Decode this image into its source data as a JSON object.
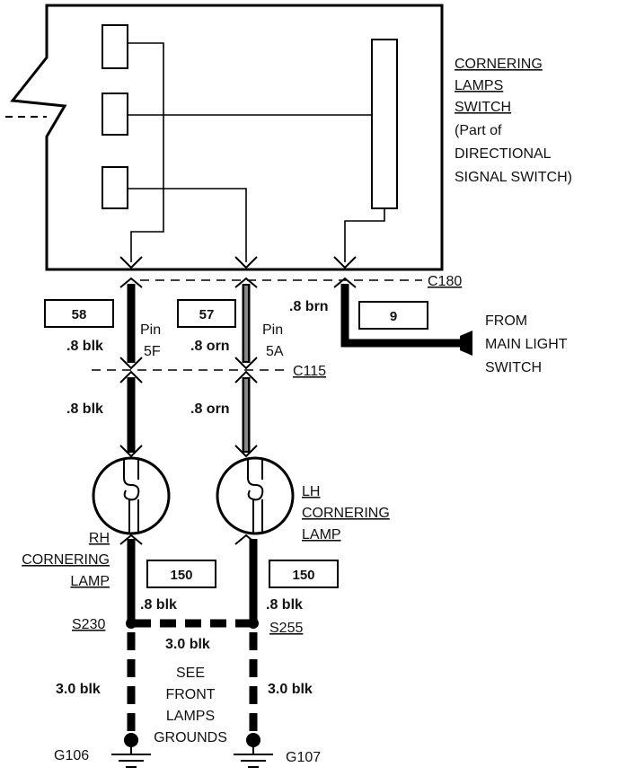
{
  "switch": {
    "title_lines": [
      "CORNERING",
      "LAMPS",
      "SWITCH"
    ],
    "sub_lines": [
      "(Part of",
      "DIRECTIONAL",
      "SIGNAL SWITCH)"
    ]
  },
  "connectors": {
    "c180": "C180",
    "c115": "C115"
  },
  "circuits": {
    "rh_upper_num": "58",
    "rh_upper_wire": ".8 blk",
    "rh_pin_word": "Pin",
    "rh_pin_id": "5F",
    "lh_upper_num": "57",
    "lh_upper_wire": ".8 orn",
    "lh_pin_word": "Pin",
    "lh_pin_id": "5A",
    "brn_wire": ".8 brn",
    "brn_num": "9",
    "rh_mid_wire": ".8 blk",
    "lh_mid_wire": ".8 orn",
    "rh_lower_num": "150",
    "rh_lower_wire": ".8 blk",
    "lh_lower_num": "150",
    "lh_lower_wire": ".8 blk",
    "splice_wire": "3.0 blk",
    "rh_ground_wire": "3.0 blk",
    "lh_ground_wire": "3.0 blk"
  },
  "from_source_lines": [
    "FROM",
    "MAIN LIGHT",
    "SWITCH"
  ],
  "lamps": {
    "lh_lines": [
      "LH",
      "CORNERING",
      "LAMP"
    ],
    "rh_lines": [
      "RH",
      "CORNERING",
      "LAMP"
    ]
  },
  "splices": {
    "s230": "S230",
    "s255": "S255"
  },
  "grounds": {
    "g106": "G106",
    "g107": "G107",
    "note_lines": [
      "SEE",
      "FRONT",
      "LAMPS",
      "GROUNDS"
    ]
  }
}
